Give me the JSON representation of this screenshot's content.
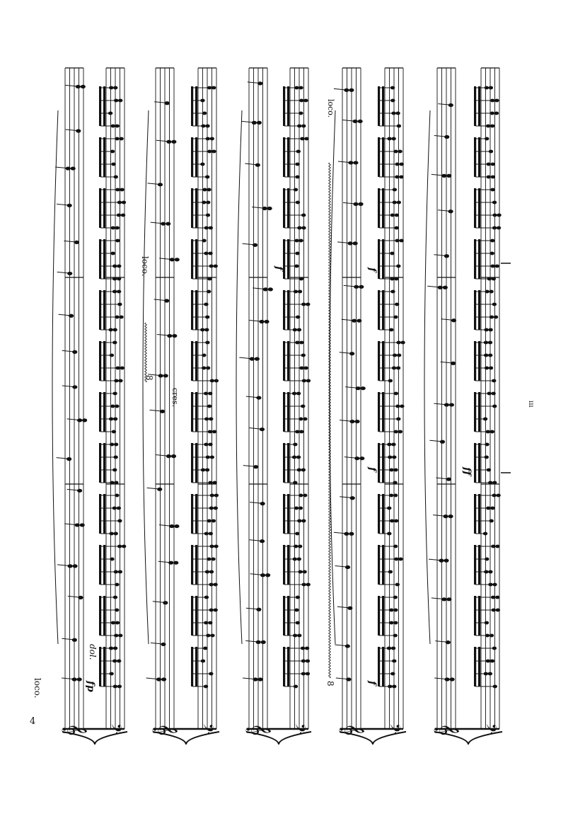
{
  "page": {
    "page_number": "4",
    "orientation_note_color": "#111111"
  },
  "markings": {
    "loco_1": "loco.",
    "loco_2": "loco.",
    "loco_3": "loco.",
    "dolce": "dol.",
    "cresc": "cres.",
    "ottava_1": "8",
    "ottava_2": "8",
    "fp": "fp",
    "f_1": "f",
    "f_2": "f",
    "f_3": "f",
    "f_4": "f",
    "ff": "ff",
    "footer_mark": "ııı"
  },
  "systems": [
    {
      "name": "system-1"
    },
    {
      "name": "system-2"
    },
    {
      "name": "system-3"
    },
    {
      "name": "system-4"
    },
    {
      "name": "system-5"
    }
  ]
}
